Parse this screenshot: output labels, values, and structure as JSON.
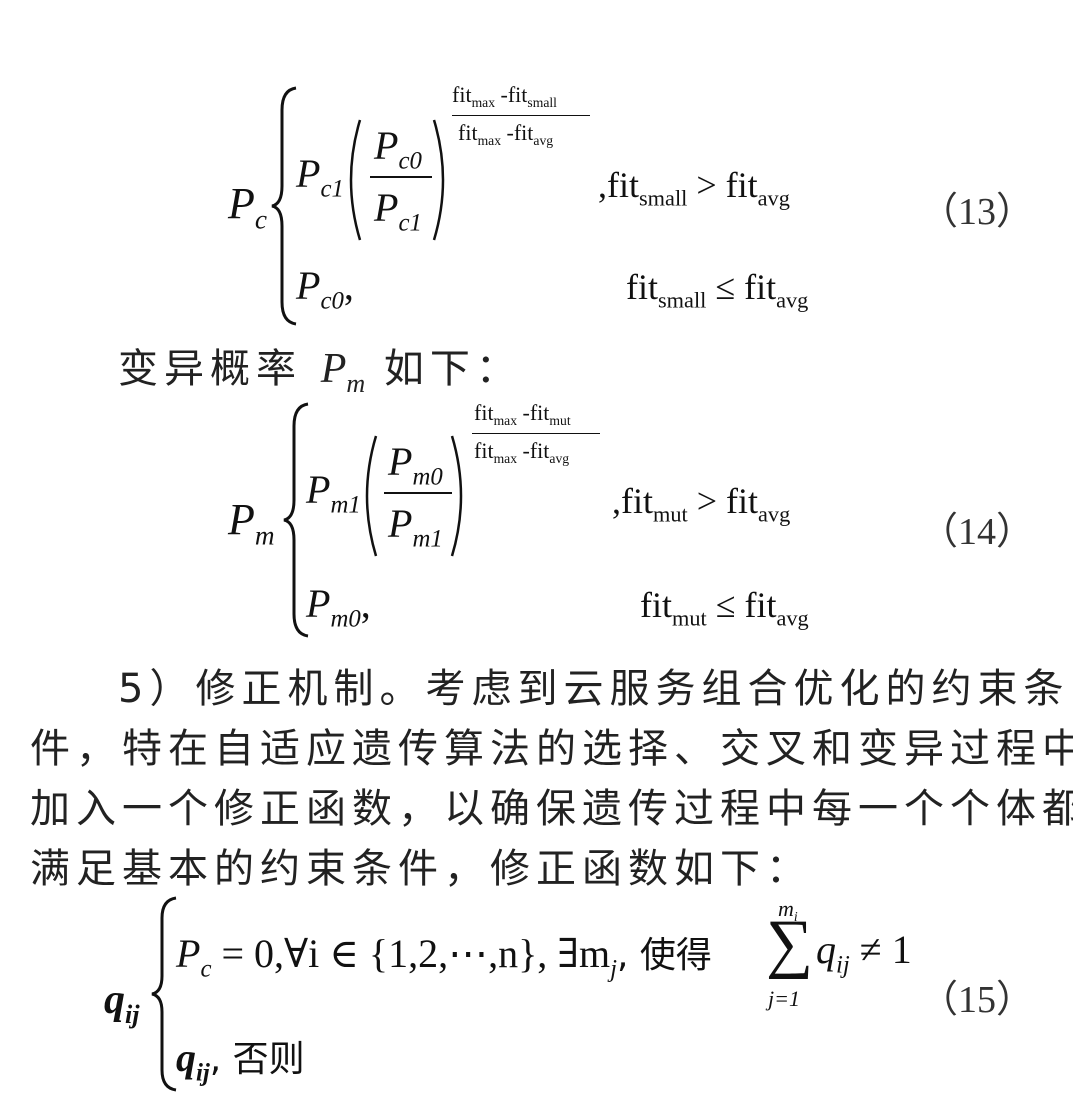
{
  "eq13": {
    "lhs": "P",
    "lhs_sub": "c",
    "case1_p": "P",
    "case1_p_sub": "c1",
    "frac_num": "P",
    "frac_num_sub": "c0",
    "frac_den": "P",
    "frac_den_sub": "c1",
    "exp_num_a": "fit",
    "exp_num_a_sub": "max",
    "exp_num_b": " -fit",
    "exp_num_b_sub": "small",
    "exp_den_a": "fit",
    "exp_den_a_sub": "max",
    "exp_den_b": " -fit",
    "exp_den_b_sub": "avg",
    "cond1_a": ",fit",
    "cond1_a_sub": "small",
    "cond1_b": " > fit",
    "cond1_b_sub": "avg",
    "case2_p": "P",
    "case2_p_sub": "c0",
    "case2_comma": ",",
    "cond2_a": "fit",
    "cond2_a_sub": "small",
    "cond2_b": " ≤ fit",
    "cond2_b_sub": "avg",
    "number": "（13）"
  },
  "text1": {
    "before": "变异概率 ",
    "sym": "P",
    "sym_sub": "m",
    "after": " 如下："
  },
  "eq14": {
    "lhs": "P",
    "lhs_sub": "m",
    "case1_p": "P",
    "case1_p_sub": "m1",
    "frac_num": "P",
    "frac_num_sub": "m0",
    "frac_den": "P",
    "frac_den_sub": "m1",
    "exp_num_a": "fit",
    "exp_num_a_sub": "max",
    "exp_num_b": " -fit",
    "exp_num_b_sub": "mut",
    "exp_den_a": "fit",
    "exp_den_a_sub": "max",
    "exp_den_b": " -fit",
    "exp_den_b_sub": "avg",
    "cond1_a": ",fit",
    "cond1_a_sub": "mut",
    "cond1_b": " > fit",
    "cond1_b_sub": "avg",
    "case2_p": "P",
    "case2_p_sub": "m0",
    "case2_comma": ",",
    "cond2_a": "fit",
    "cond2_a_sub": "mut",
    "cond2_b": " ≤ fit",
    "cond2_b_sub": "avg",
    "number": "（14）"
  },
  "paragraph": {
    "lines": [
      "5）修正机制。考虑到云服务组合优化的约束条",
      "件，特在自适应遗传算法的选择、交叉和变异过程中",
      "加入一个修正函数，以确保遗传过程中每一个个体都",
      "满足基本的约束条件，修正函数如下："
    ]
  },
  "eq15": {
    "lhs": "q",
    "lhs_sub": "ij",
    "case1_a": "P",
    "case1_a_sub": "c",
    "case1_b": " = 0,∀i ∈ {1,2,⋯,n}, ∃m",
    "case1_b_sub": "j",
    "case1_c": ", 使得",
    "sum_symbol": "∑",
    "sum_upper": "m",
    "sum_upper_sub": "i",
    "sum_lower": "j=1",
    "case1_d": "q",
    "case1_d_sub": "ij",
    "case1_e": " ≠ 1",
    "case2_a": "q",
    "case2_a_sub": "ij",
    "case2_b": ", 否则",
    "number": "（15）"
  }
}
